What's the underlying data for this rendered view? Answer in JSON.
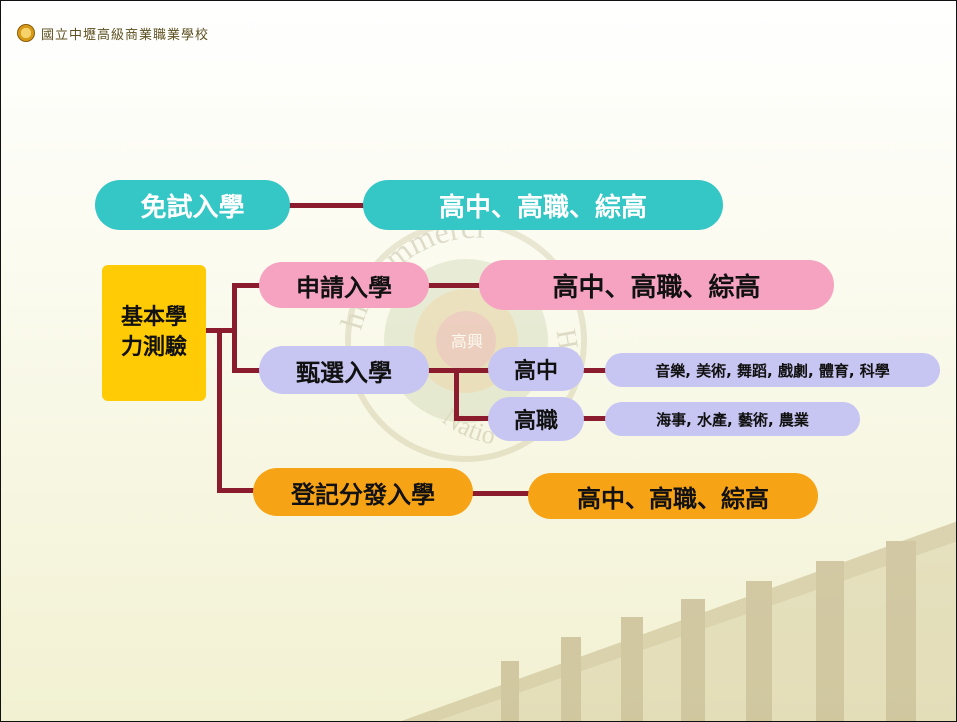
{
  "header": {
    "school_name": "國立中壢高級商業職業學校",
    "emblem_center_text": "高興"
  },
  "watermark": {
    "arc_text_top": "hi Commerci",
    "arc_text_right": "Hig",
    "arc_text_bottom": "Natio"
  },
  "diagram": {
    "exam_free": "免試入學",
    "exam_free_target": "高中、高職、綜高",
    "basic_test": "基本學力測驗",
    "apply": "申請入學",
    "apply_target": "高中、高職、綜高",
    "selection": "甄選入學",
    "selection_highschool": "高中",
    "selection_highschool_fields": "音樂, 美術, 舞蹈, 戲劇, 體育, 科學",
    "selection_vocational": "高職",
    "selection_vocational_fields": "海事, 水產, 藝術, 農業",
    "registration": "登記分發入學",
    "registration_target": "高中、高職、綜高"
  },
  "colors": {
    "teal": "#35c6c6",
    "pink": "#f5a3c0",
    "lavender": "#c7c5f2",
    "orange": "#f7a316",
    "yellow": "#fecb05",
    "connector": "#8a1c2d"
  }
}
